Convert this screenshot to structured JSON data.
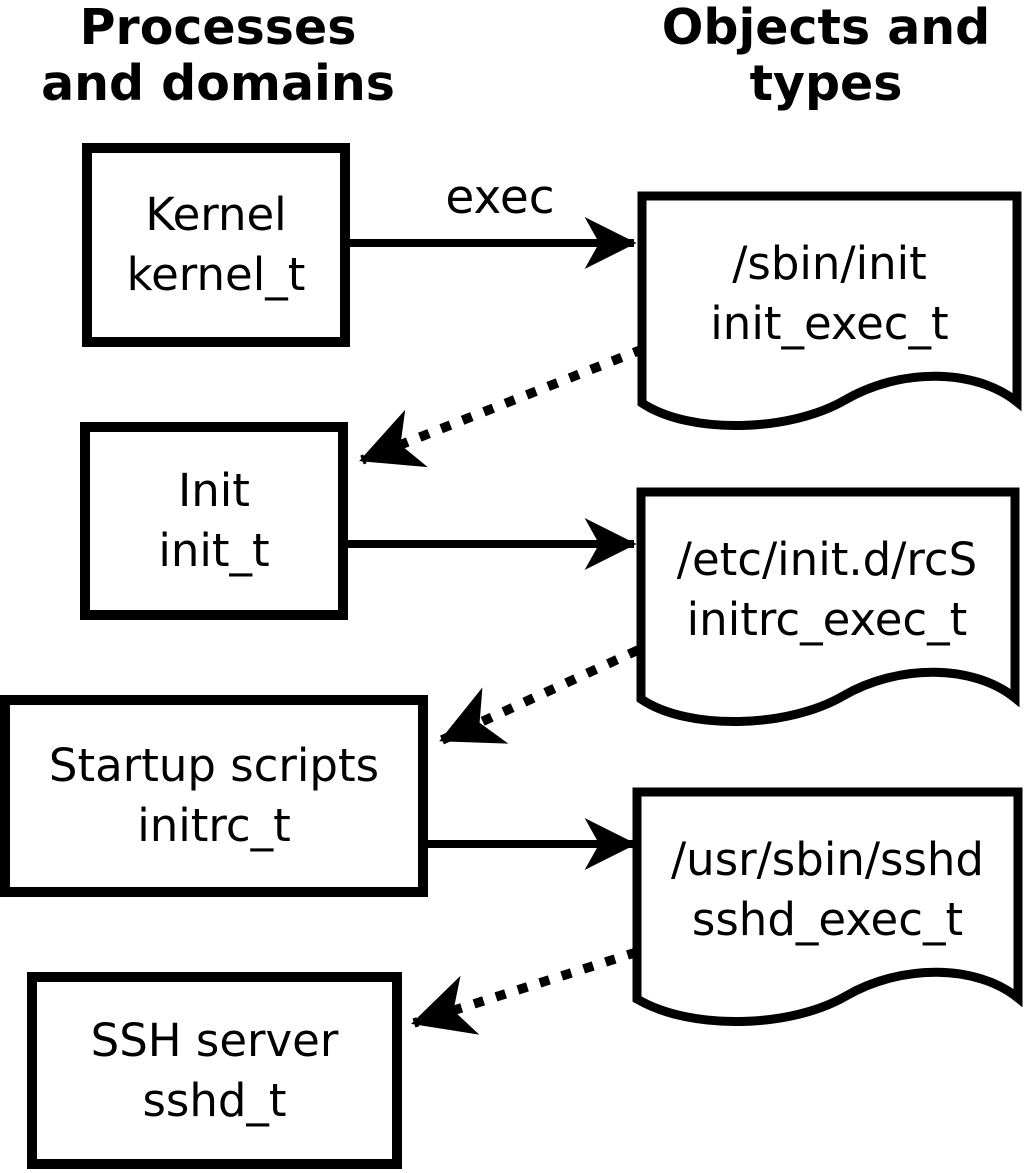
{
  "diagram": {
    "column_headers": {
      "left": {
        "line1": "Processes",
        "line2": "and domains"
      },
      "right": {
        "line1": "Objects and",
        "line2": "types"
      }
    },
    "processes": [
      {
        "name": "Kernel",
        "domain": "kernel_t"
      },
      {
        "name": "Init",
        "domain": "init_t"
      },
      {
        "name": "Startup scripts",
        "domain": "initrc_t"
      },
      {
        "name": "SSH server",
        "domain": "sshd_t"
      }
    ],
    "objects": [
      {
        "path": "/sbin/init",
        "type": "init_exec_t"
      },
      {
        "path": "/etc/init.d/rcS",
        "type": "initrc_exec_t"
      },
      {
        "path": "/usr/sbin/sshd",
        "type": "sshd_exec_t"
      }
    ],
    "edge_label": "exec",
    "colors": {
      "ink": "#000000",
      "background": "#ffffff"
    }
  }
}
